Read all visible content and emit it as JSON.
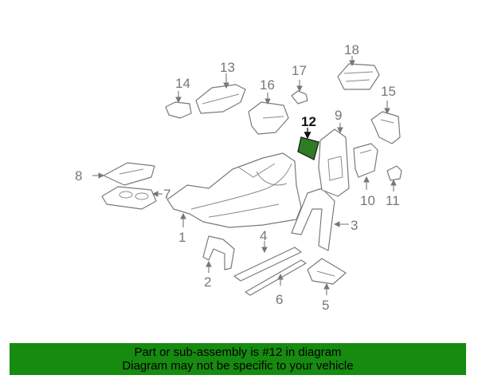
{
  "diagram": {
    "highlight_color": "#2e7d24",
    "callouts": [
      "1",
      "2",
      "3",
      "4",
      "5",
      "6",
      "7",
      "8",
      "9",
      "10",
      "11",
      "12",
      "13",
      "14",
      "15",
      "16",
      "17",
      "18"
    ],
    "highlighted_part": "12"
  },
  "banner": {
    "color": "#178a10",
    "line1": "Part or sub-assembly is #12 in diagram",
    "line2": "Diagram may not be specific to your vehicle"
  }
}
